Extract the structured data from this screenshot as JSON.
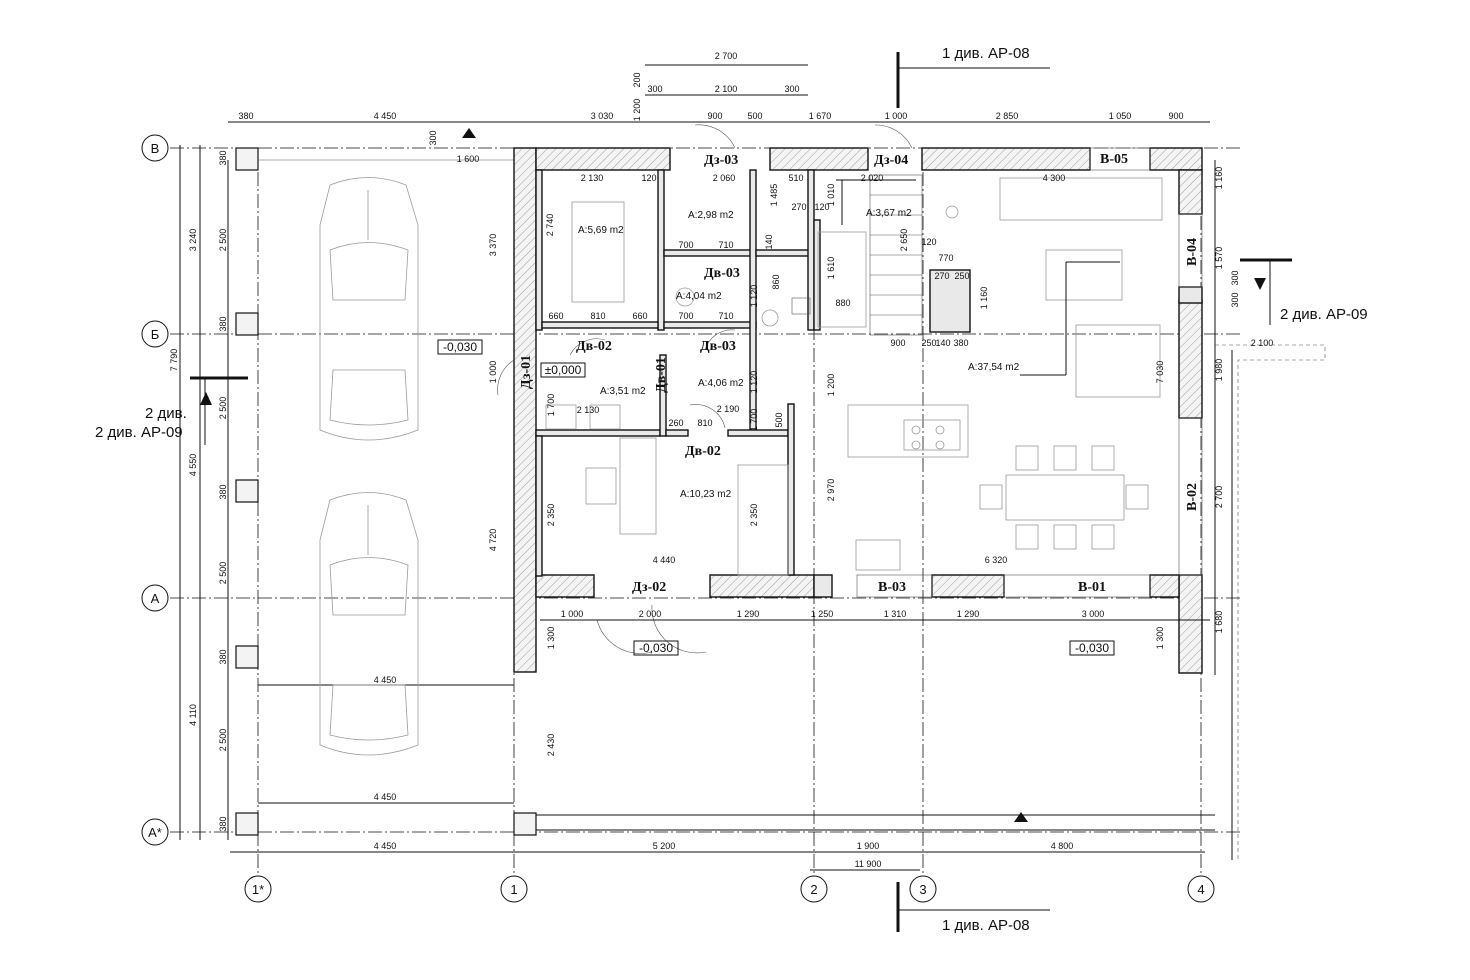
{
  "axes": {
    "rows": [
      {
        "label": "В"
      },
      {
        "label": "Б"
      },
      {
        "label": "А"
      },
      {
        "label": "А*"
      }
    ],
    "cols": [
      {
        "label": "1*"
      },
      {
        "label": "1"
      },
      {
        "label": "2"
      },
      {
        "label": "3"
      },
      {
        "label": "4"
      }
    ]
  },
  "section_refs": {
    "top": "1 див. АР-08",
    "bottom": "1 див. АР-08",
    "right": "2 див. АР-09",
    "left_line1": "2 див.",
    "left_line2": "2 див. АР-09"
  },
  "dims": {
    "bottom_chain": [
      "4 450",
      "5 200",
      "1 900",
      "4 800"
    ],
    "bottom_total": "11 900",
    "top_chain": [
      "380",
      "4 450",
      "3 030",
      "900",
      "500",
      "1 670",
      "1 000",
      "2 850",
      "1 050",
      "900"
    ],
    "window_top": [
      "2 700",
      "2 100",
      "300",
      "300",
      "200",
      "1 200"
    ],
    "left_chain": [
      "3 240",
      "4 550",
      "4 110"
    ],
    "left_total": "7 790",
    "left_inner": [
      "380",
      "2 500",
      "380",
      "2 500",
      "380",
      "2 500",
      "380",
      "2 500",
      "380"
    ],
    "carport_width": [
      "4 450",
      "4 450"
    ],
    "carport_extra": [
      "1 600",
      "300"
    ],
    "front_chain": [
      "1 000",
      "2 000",
      "1 290",
      "1 250",
      "1 310",
      "1 290",
      "3 000"
    ],
    "right_chain": [
      "1 160",
      "1 570",
      "300",
      "300",
      "1 980",
      "2 700",
      "1 680"
    ],
    "right_total": "7 030",
    "right_ext": "2 100",
    "interior": [
      "2 130",
      "120",
      "2 060",
      "2 020",
      "4 300",
      "2 740",
      "3 370",
      "660",
      "810",
      "660",
      "700",
      "710",
      "700",
      "710",
      "1 485",
      "510",
      "270",
      "140",
      "120",
      "1 610",
      "880",
      "860",
      "1 120",
      "1 120",
      "1 700",
      "1 160",
      "2 650",
      "120",
      "770",
      "270",
      "250",
      "900",
      "250",
      "140",
      "380",
      "1 200",
      "2 970",
      "4 720",
      "2 190",
      "260",
      "810",
      "500",
      "2 350",
      "2 350",
      "4 440",
      "6 320",
      "1 300",
      "1 300",
      "2 430",
      "1 000",
      "1 700",
      "2 130",
      "1 010"
    ]
  },
  "rooms": [
    {
      "area": "А:5,69 m2"
    },
    {
      "area": "А:2,98 m2"
    },
    {
      "area": "А:3,67 m2"
    },
    {
      "area": "А:4,04 m2"
    },
    {
      "area": "А:3,51 m2"
    },
    {
      "area": "А:4,06 m2"
    },
    {
      "area": "А:10,23 m2"
    },
    {
      "area": "А:37,54 m2"
    }
  ],
  "openings": [
    "Дз-03",
    "Дз-04",
    "В-05",
    "Дв-03",
    "В-04",
    "Дв-02",
    "Дв-01",
    "Дв-03",
    "Дз-01",
    "Дв-02",
    "В-02",
    "Дз-02",
    "В-03",
    "В-01"
  ],
  "levels": [
    "-0,030",
    "±0,000",
    "-0,030",
    "-0,030"
  ]
}
